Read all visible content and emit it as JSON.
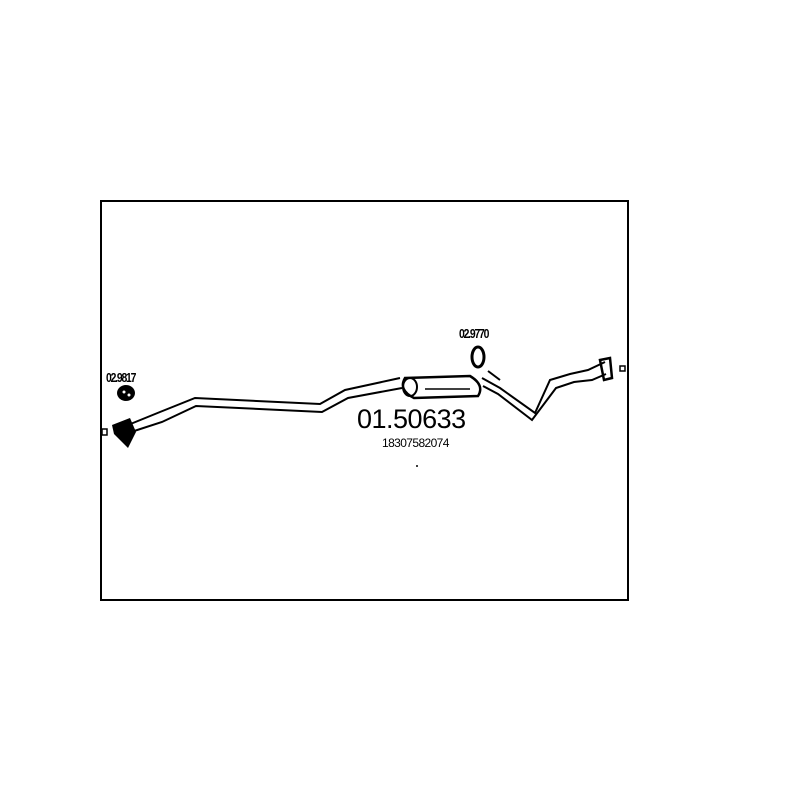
{
  "part_number": "01.50633",
  "oem_number": "18307582074",
  "accessories": [
    {
      "label": "02.9817",
      "type": "gasket"
    },
    {
      "label": "02.9770",
      "type": "rubber-ring"
    }
  ]
}
